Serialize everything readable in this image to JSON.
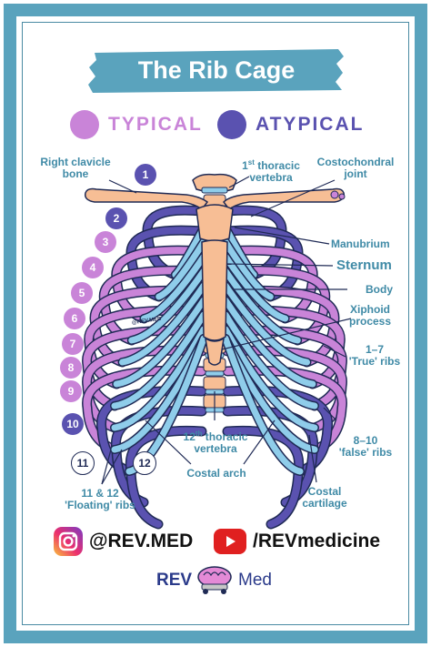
{
  "title": "The Rib Cage",
  "legend": {
    "typical": {
      "label": "TYPICAL",
      "color": "#c984d8"
    },
    "atypical": {
      "label": "ATYPICAL",
      "color": "#5a52b0"
    }
  },
  "colors": {
    "frame": "#5aa3bd",
    "label_text": "#3f8aa6",
    "bone": "#f7be95",
    "cartilage": "#8fcdea",
    "outline": "#1f2a55"
  },
  "labels": {
    "right_clavicle": "Right clavicle\nbone",
    "first_thoracic": "1st thoracic\nvertebra",
    "costochondral": "Costochondral\njoint",
    "manubrium": "Manubrium",
    "sternum": "Sternum",
    "body": "Body",
    "xiphoid": "Xiphoid\nprocess",
    "true_ribs": "1–7\n'True' ribs",
    "false_ribs": "8–10\n'false' ribs",
    "twelfth_thoracic": "12th thoracic\nvertebra",
    "costal_arch": "Costal arch",
    "costal_cartilage": "Costal\ncartilage",
    "floating_ribs": "11 & 12\n'Floating' ribs"
  },
  "rib_numbers": [
    "1",
    "2",
    "3",
    "4",
    "5",
    "6",
    "7",
    "8",
    "9",
    "10",
    "11",
    "12"
  ],
  "watermark": "@REV.MED",
  "social": {
    "instagram_handle": "@REV.MED",
    "youtube_handle": "/REVmedicine"
  },
  "brand": {
    "left": "REV",
    "right": "Med"
  }
}
